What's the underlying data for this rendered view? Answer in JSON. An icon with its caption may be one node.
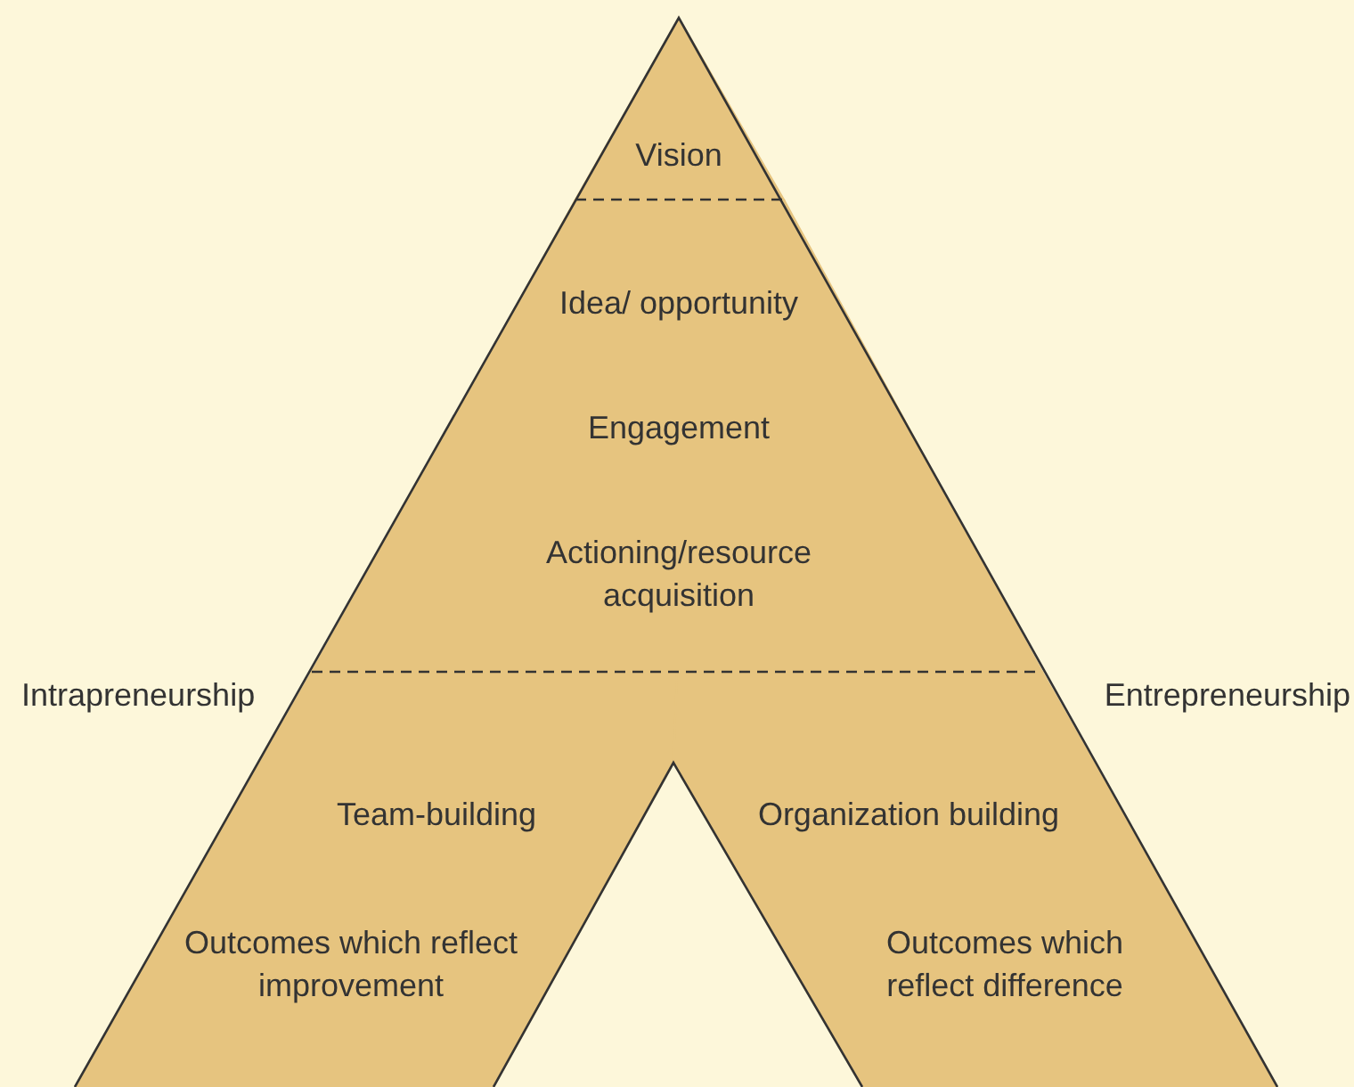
{
  "diagram": {
    "nodes": [
      {
        "text": [
          "Vision"
        ]
      },
      {
        "text": [
          "Idea/ opportunity",
          "Engagement",
          "Actioning/resource acquisition"
        ]
      },
      {
        "text": [
          "Team-building",
          "Outcomes which reflect improvement"
        ]
      },
      {
        "text": [
          "Organization building",
          "Outcomes which reflect difference"
        ]
      }
    ],
    "edges": [],
    "labels": [
      "Intrapreneurship",
      "Entrepreneurship"
    ]
  }
}
